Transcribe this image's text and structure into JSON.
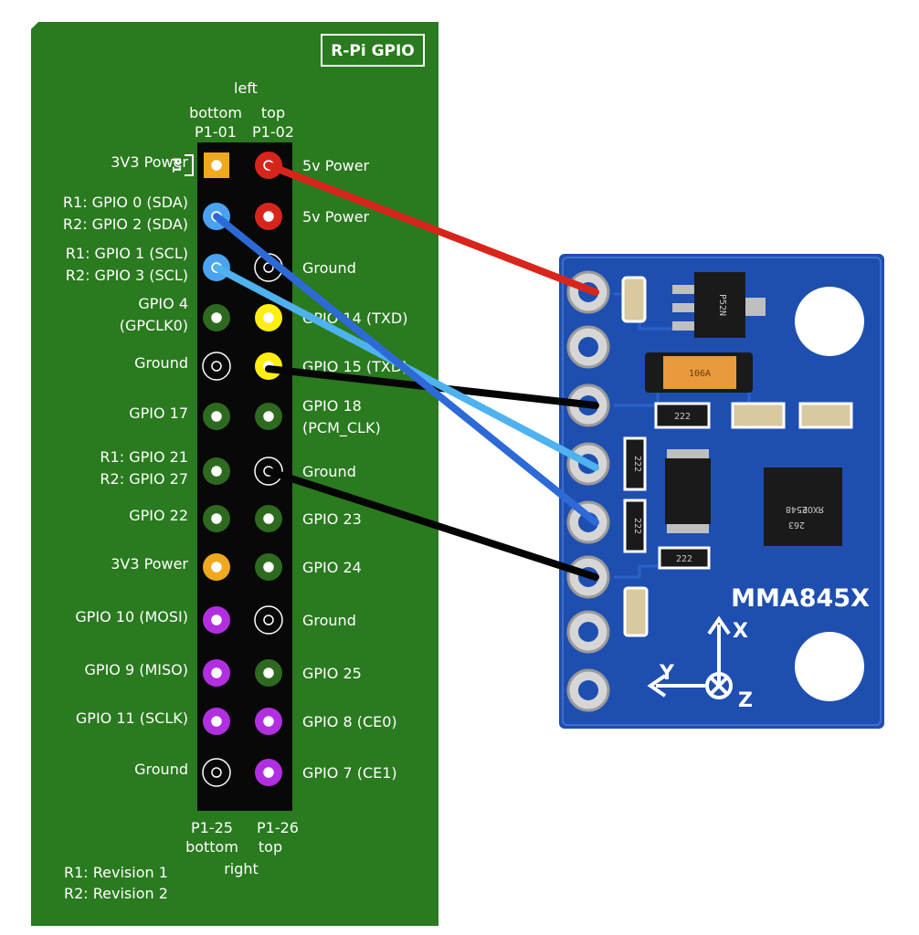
{
  "colors": {
    "board": "#2a7a1f",
    "header": "#080808",
    "pin_power_3v3": "#f0a81e",
    "pin_power_5v": "#d8251c",
    "pin_gpio_i2c": "#4aa3f0",
    "pin_gpio": "#2d6a1f",
    "pin_uart": "#ffee10",
    "pin_spi": "#b12fe0",
    "pin_ground": "#080808",
    "sensor_board": "#1e4fb0",
    "wire_red": "#d8251c",
    "wire_blue_dark": "#2d6ad8",
    "wire_blue_light": "#4fb2f0",
    "wire_black": "#050505"
  },
  "rpi": {
    "badge": "R-Pi GPIO",
    "orient_left": "left",
    "orient_right": "right",
    "col_bottom": "bottom",
    "col_top": "top",
    "pin_p1_01": "P1-01",
    "pin_p1_02": "P1-02",
    "pin_p1_25": "P1-25",
    "pin_p1_26": "P1-26",
    "p1_marker": "P1",
    "legend_r1": "R1: Revision 1",
    "legend_r2": "R2: Revision 2",
    "rows": [
      {
        "left": [
          "3V3 Power"
        ],
        "right": [
          "5v Power"
        ],
        "lpin": "power3",
        "rpin": "power5"
      },
      {
        "left": [
          "R1: GPIO 0 (SDA)",
          "R2: GPIO 2 (SDA)"
        ],
        "right": [
          "5v Power"
        ],
        "lpin": "i2c",
        "rpin": "power5"
      },
      {
        "left": [
          "R1: GPIO 1 (SCL)",
          "R2: GPIO 3 (SCL)"
        ],
        "right": [
          "Ground"
        ],
        "lpin": "i2c",
        "rpin": "ground"
      },
      {
        "left": [
          "GPIO 4",
          "(GPCLK0)"
        ],
        "right": [
          "GPIO 14 (TXD)"
        ],
        "lpin": "gpio",
        "rpin": "uart"
      },
      {
        "left": [
          "Ground"
        ],
        "right": [
          "GPIO 15 (TXD)"
        ],
        "lpin": "ground",
        "rpin": "uart"
      },
      {
        "left": [
          "GPIO 17"
        ],
        "right": [
          "GPIO 18",
          "(PCM_CLK)"
        ],
        "lpin": "gpio",
        "rpin": "gpio"
      },
      {
        "left": [
          "R1: GPIO 21",
          "R2: GPIO 27"
        ],
        "right": [
          "Ground"
        ],
        "lpin": "gpio",
        "rpin": "ground"
      },
      {
        "left": [
          "GPIO 22"
        ],
        "right": [
          "GPIO 23"
        ],
        "lpin": "gpio",
        "rpin": "gpio"
      },
      {
        "left": [
          "3V3 Power"
        ],
        "right": [
          "GPIO 24"
        ],
        "lpin": "power3",
        "rpin": "gpio"
      },
      {
        "left": [
          "GPIO 10 (MOSI)"
        ],
        "right": [
          "Ground"
        ],
        "lpin": "spi",
        "rpin": "ground"
      },
      {
        "left": [
          "GPIO 9 (MISO)"
        ],
        "right": [
          "GPIO 25"
        ],
        "lpin": "spi",
        "rpin": "gpio"
      },
      {
        "left": [
          "GPIO 11 (SCLK)"
        ],
        "right": [
          "GPIO 8 (CE0)"
        ],
        "lpin": "spi",
        "rpin": "spi"
      },
      {
        "left": [
          "Ground"
        ],
        "right": [
          "GPIO 7 (CE1)"
        ],
        "lpin": "ground",
        "rpin": "spi"
      }
    ]
  },
  "sensor": {
    "name": "MMA845X",
    "axis_x": "X",
    "axis_y": "Y",
    "axis_z": "Z",
    "ic_marking_1": "ЯХОЕ",
    "ic_marking_2": "2548",
    "ic_marking_3": "263",
    "resistor_code": "222",
    "regulator_code": "P52N",
    "tantalum_code": "106A"
  }
}
